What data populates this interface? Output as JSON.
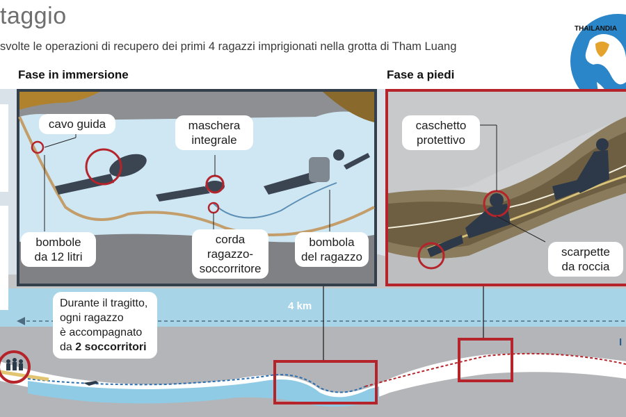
{
  "header": {
    "title": "taggio",
    "subtitle": "svolte le operazioni di recupero dei primi 4 ragazzi imprigionati nella grotta di Tham Luang"
  },
  "globe": {
    "label": "THAILANDIA"
  },
  "phases": {
    "immersion": {
      "label": "Fase in immersione",
      "callouts": {
        "cavo_guida": "cavo guida",
        "maschera": [
          "maschera",
          "integrale"
        ],
        "bombole": [
          "bombole",
          "da 12 litri"
        ],
        "corda": [
          "corda",
          "ragazzo-",
          "soccorritore"
        ],
        "bombola_ragazzo": [
          "bombola",
          "del ragazzo"
        ]
      }
    },
    "walking": {
      "label": "Fase a piedi",
      "callouts": {
        "caschetto": [
          "caschetto",
          "protettivo"
        ],
        "scarpette": [
          "scarpette",
          "da roccia"
        ]
      }
    }
  },
  "distance": {
    "label": "4 km"
  },
  "note": {
    "lines": [
      "Durante il tragitto,",
      "ogni ragazzo",
      "è accompagnato"
    ],
    "prefix": "da ",
    "bold": "2 soccorritori"
  },
  "edge_label": "I",
  "colors": {
    "accent_red": "#b5242a",
    "water": "#a9d5e9",
    "rock": "#9a9a9a",
    "sky": "#d7e1e8"
  }
}
